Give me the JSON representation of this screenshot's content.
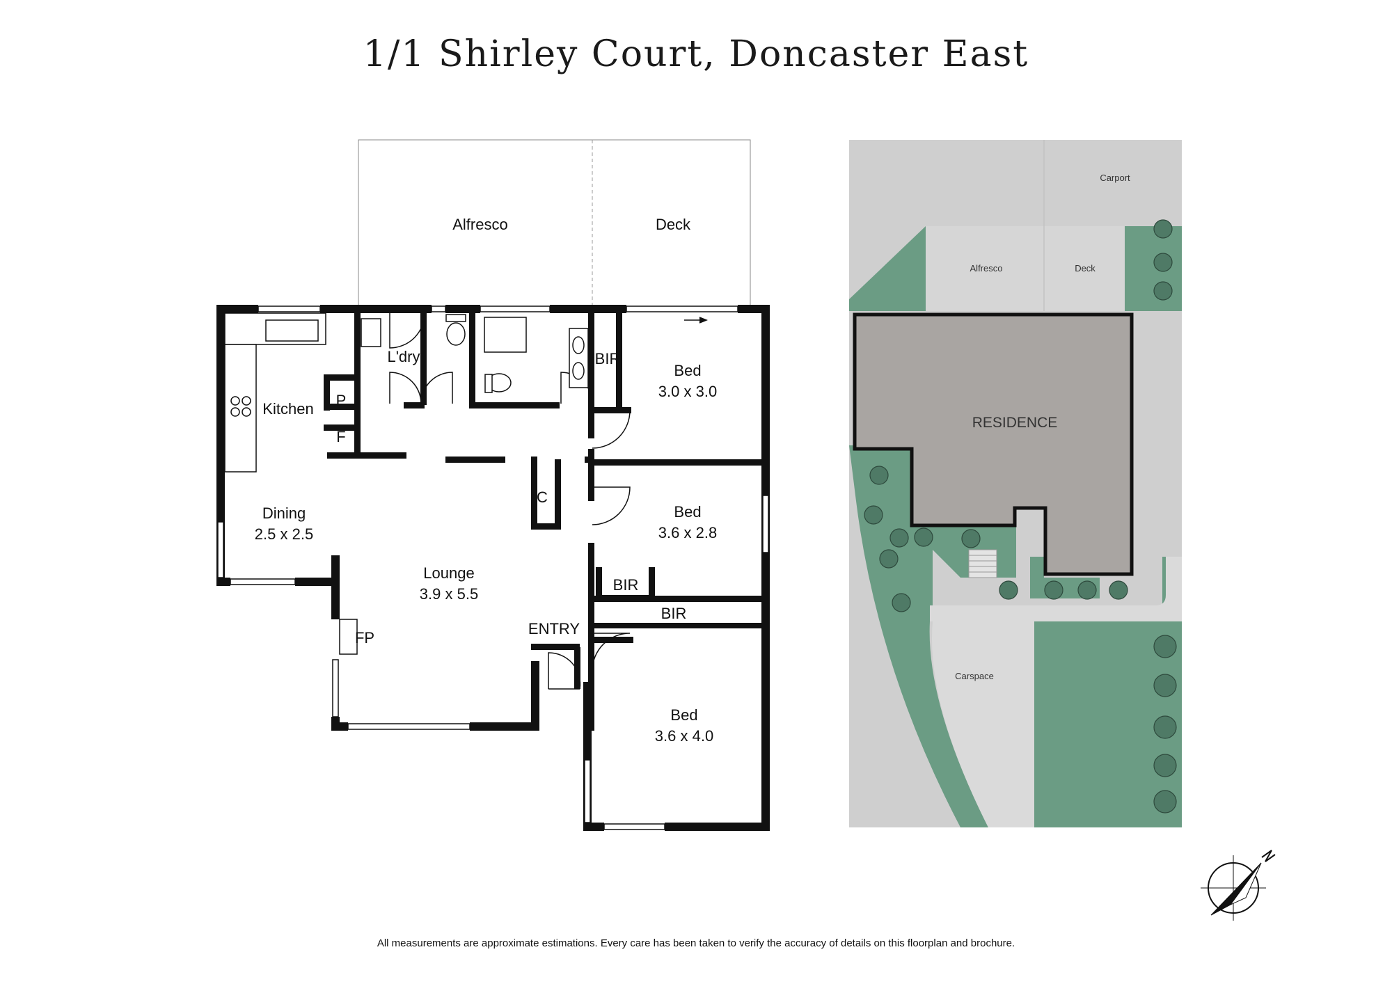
{
  "title": "1/1 Shirley Court, Doncaster East",
  "floorplan": {
    "alfresco": "Alfresco",
    "deck": "Deck",
    "laundry": "L'dry",
    "kitchen": "Kitchen",
    "pantry": "P",
    "fridge": "F",
    "bir1": "BIR",
    "bed1": {
      "name": "Bed",
      "size": "3.0 x 3.0"
    },
    "closet": "C",
    "bed2": {
      "name": "Bed",
      "size": "3.6 x 2.8"
    },
    "bir2": "BIR",
    "bir3": "BIR",
    "dining": {
      "name": "Dining",
      "size": "2.5 x 2.5"
    },
    "lounge": {
      "name": "Lounge",
      "size": "3.9 x 5.5"
    },
    "fireplace": "FP",
    "entry": "ENTRY",
    "bed3": {
      "name": "Bed",
      "size": "3.6 x 4.0"
    }
  },
  "siteplan": {
    "carport": "Carport",
    "alfresco": "Alfresco",
    "deck": "Deck",
    "residence": "RESIDENCE",
    "carspace": "Carspace"
  },
  "compass_icon": "north-arrow-icon",
  "colors": {
    "landscape": "#6b9c84",
    "paving": "#cfcfcf",
    "residence": "#a9a5a2",
    "wall": "#111111"
  },
  "disclaimer": "All measurements are approximate estimations. Every care has been taken to verify the accuracy of details on this floorplan and brochure."
}
